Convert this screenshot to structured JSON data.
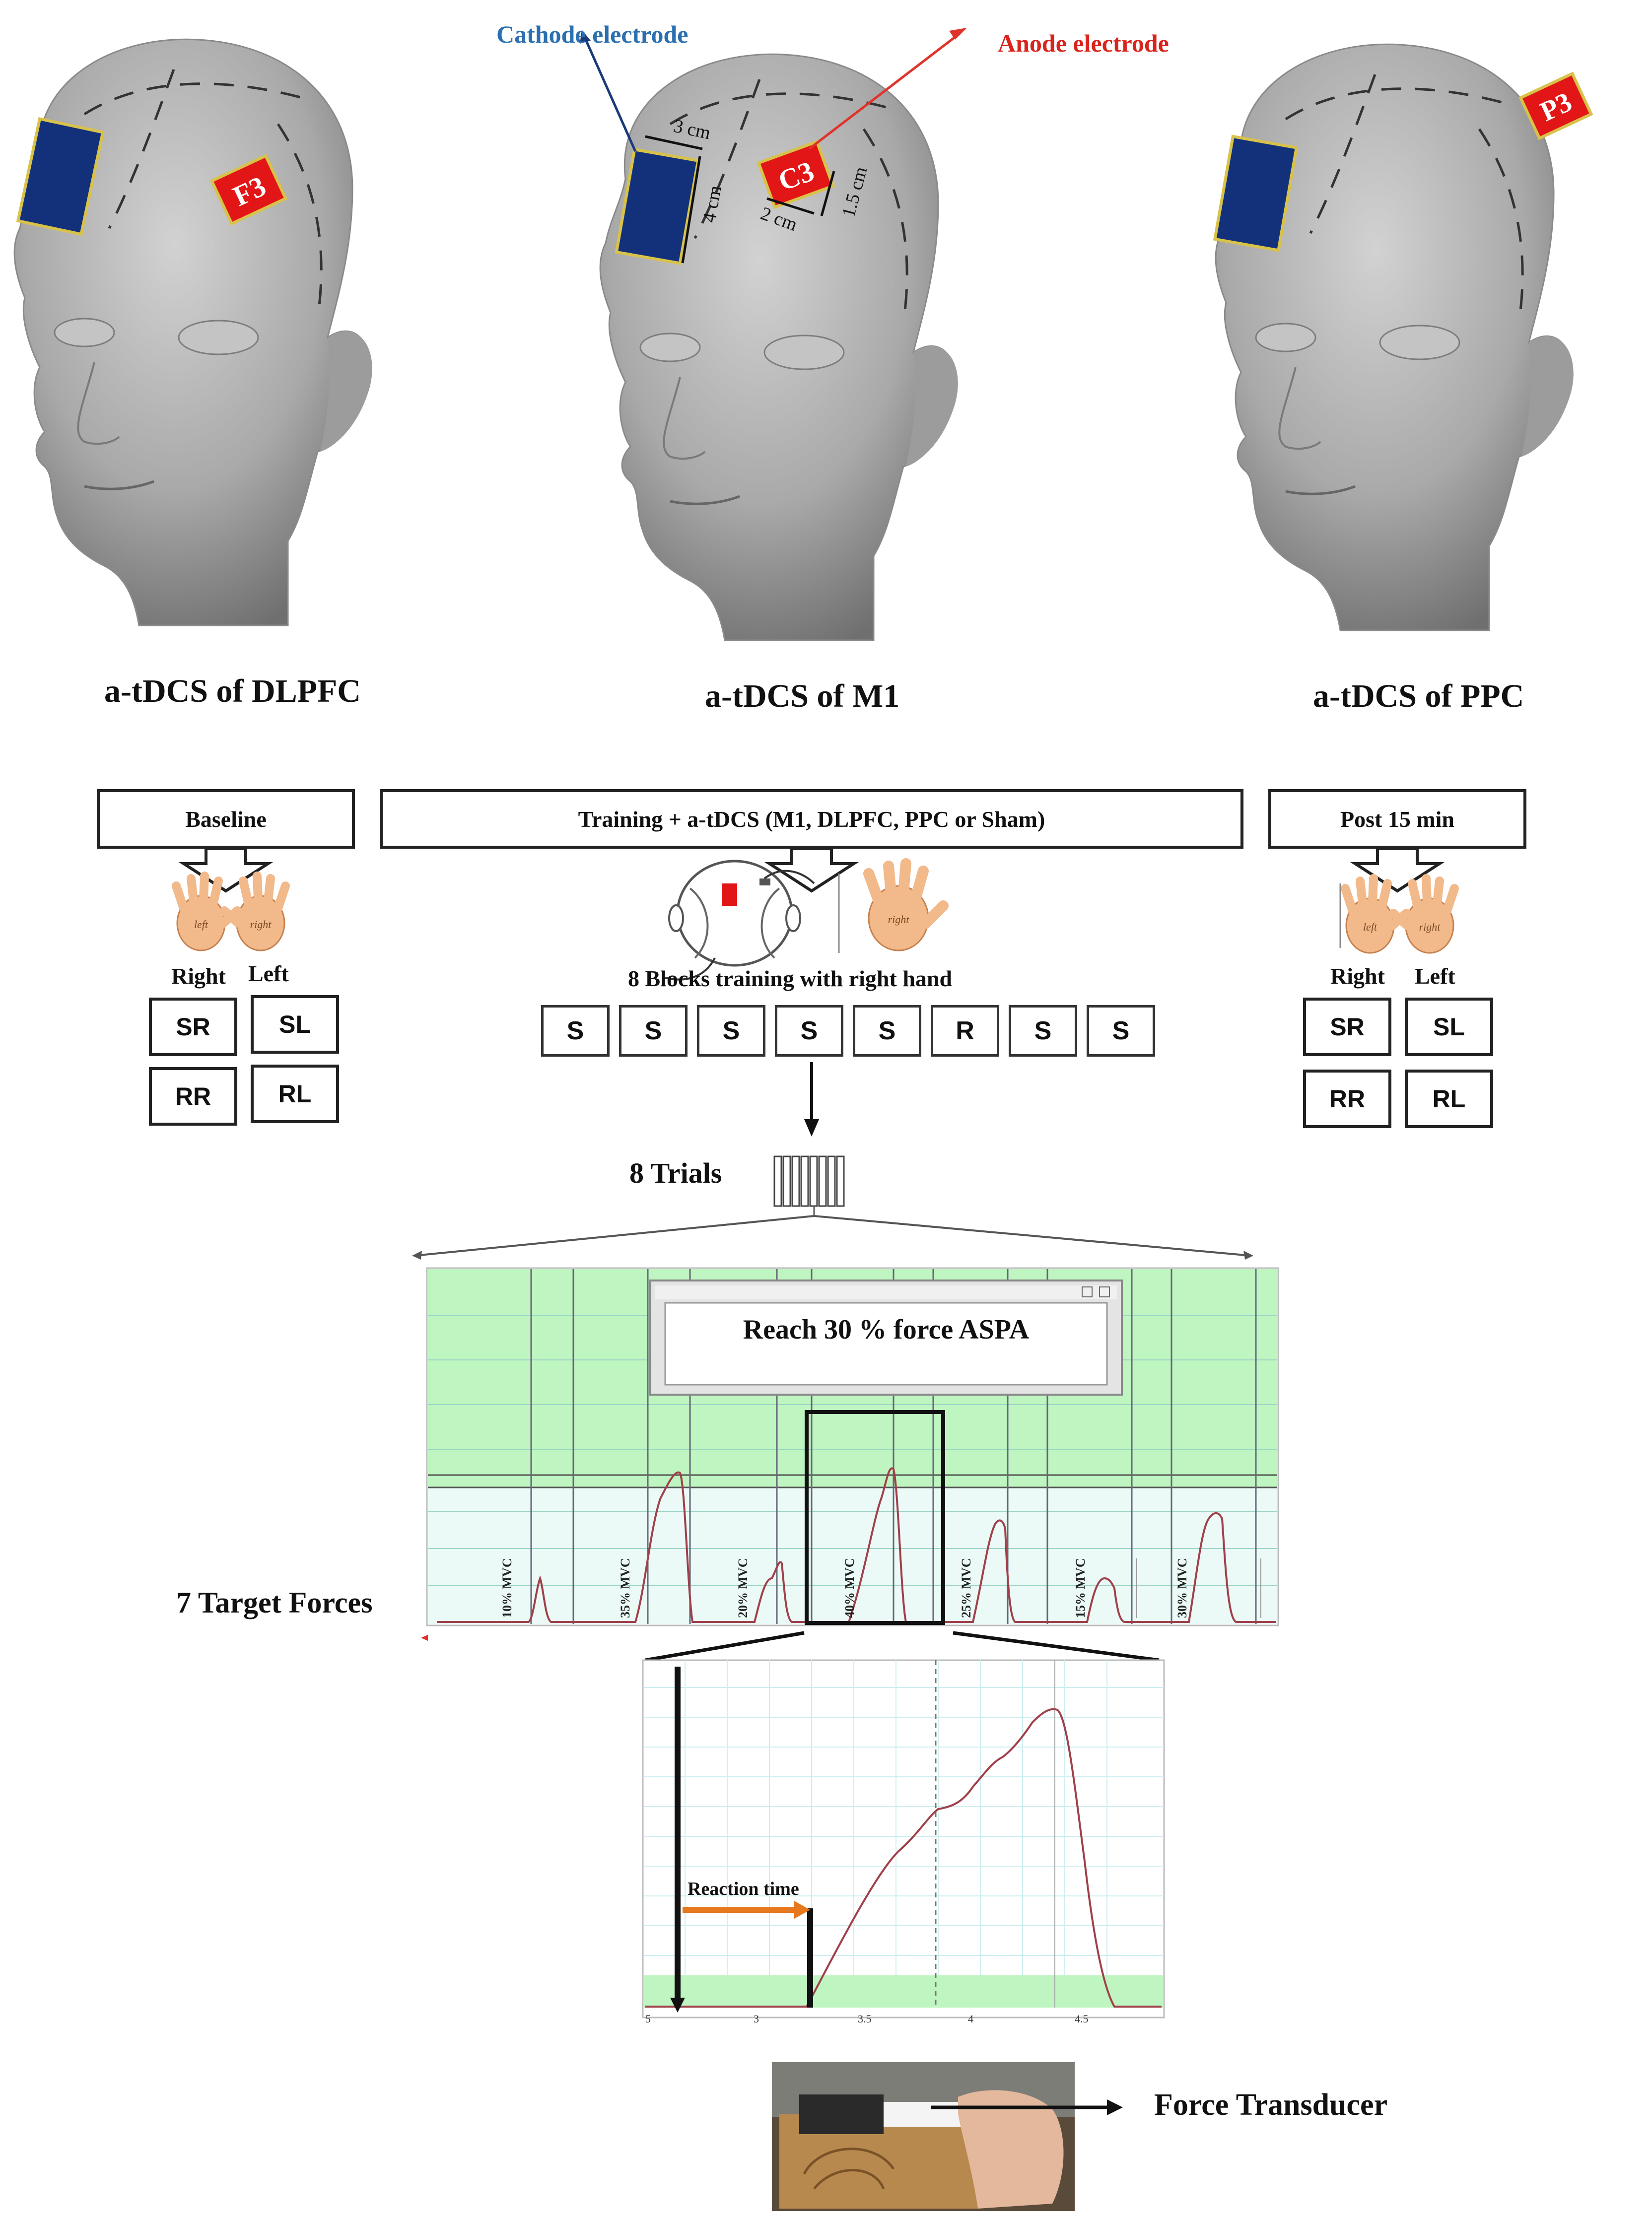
{
  "heads": {
    "dlpfc": {
      "caption": "a-tDCS of DLPFC",
      "electrode": "F3"
    },
    "m1": {
      "caption": "a-tDCS of M1",
      "electrode": "C3",
      "cathode_label": "Cathode electrode",
      "anode_label": "Anode electrode",
      "dim_3cm": "3 cm",
      "dim_4cm": "4 cm",
      "dim_2cm": "2 cm",
      "dim_1_5cm": "1.5 cm"
    },
    "ppc": {
      "caption": "a-tDCS of PPC",
      "electrode": "P3"
    }
  },
  "protocol": {
    "baseline": "Baseline",
    "training": "Training + a-tDCS (M1, DLPFC, PPC or Sham)",
    "post": "Post 15 min",
    "hand_left": "left",
    "hand_right": "right",
    "col_right": "Right",
    "col_left": "Left",
    "cells": [
      "SR",
      "SL",
      "RR",
      "RL"
    ],
    "training_caption": "8 Blocks training with right hand",
    "blocks": [
      "S",
      "S",
      "S",
      "S",
      "S",
      "R",
      "S",
      "S"
    ],
    "trials_label": "8 Trials"
  },
  "force_plot": {
    "popup_text": "Reach 30 % force ASPA",
    "target_forces_label": "7 Target Forces",
    "mvc_labels": [
      "10% MVC",
      "35% MVC",
      "20% MVC",
      "40% MVC",
      "25% MVC",
      "15% MVC",
      "30% MVC"
    ],
    "band_color": "#bff5c0",
    "trace_color": "#a0404a"
  },
  "zoom_plot": {
    "reaction_time_label": "Reaction time",
    "x_ticks": [
      "5",
      "3",
      "3.5",
      "4",
      "4.5"
    ],
    "arrow_color": "#e8781e"
  },
  "photo": {
    "label": "Force Transducer"
  }
}
